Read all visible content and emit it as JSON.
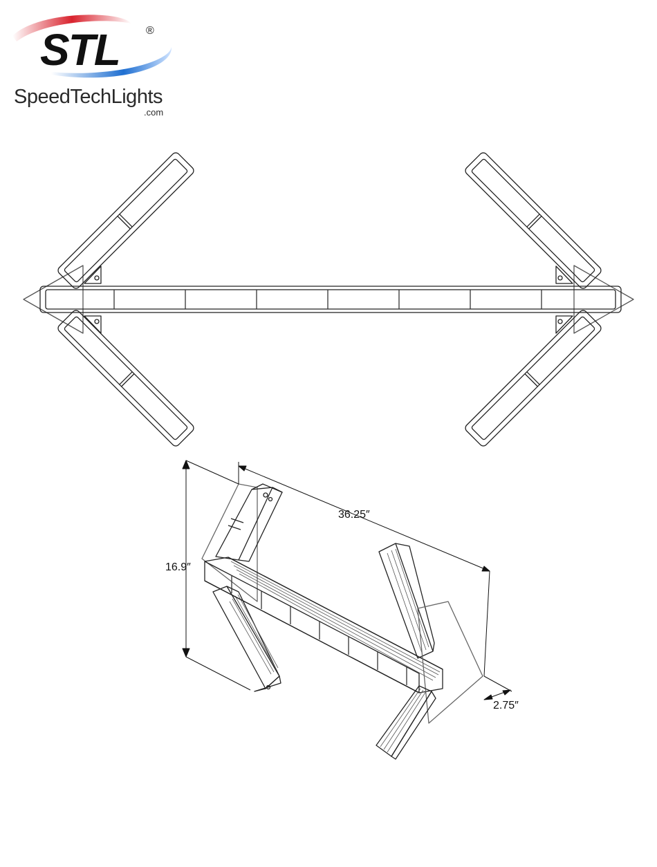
{
  "logo": {
    "mark": "STL",
    "registered": "®",
    "wordmark": "SpeedTechLights",
    "domain": ".com",
    "swoosh_colors": [
      "#d9232e",
      "#1f6fd1"
    ]
  },
  "dimensions": {
    "length": "36.25″",
    "height": "16.9″",
    "depth": "2.75″"
  }
}
